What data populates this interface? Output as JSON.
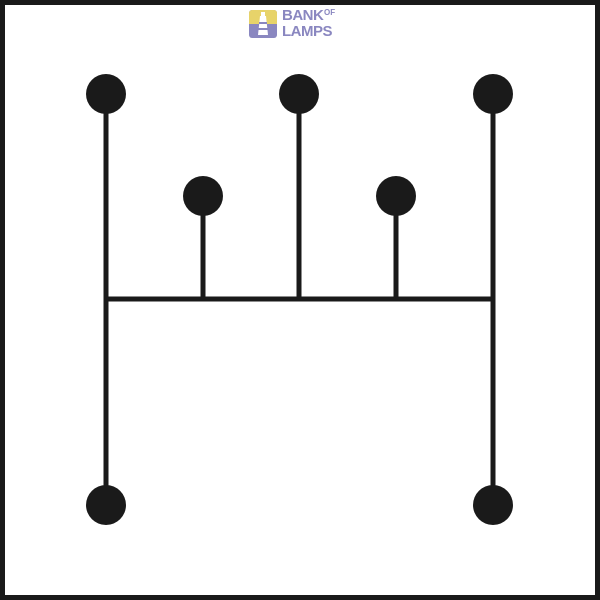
{
  "logo": {
    "word_bank": "BANK",
    "word_of": "OF",
    "word_lamps": "LAMPS",
    "color": "#8a87c0",
    "icon": "lighthouse-icon"
  },
  "diagram": {
    "stroke_color": "#1a1a1a",
    "node_count": 7
  }
}
